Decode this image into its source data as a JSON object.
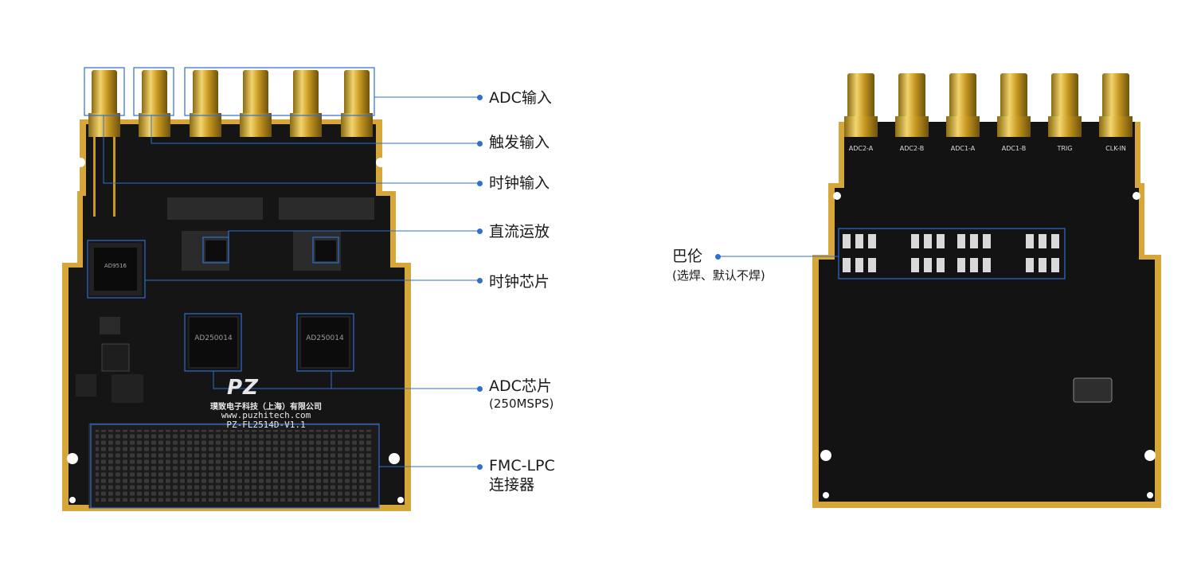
{
  "front_board": {
    "silkscreen": {
      "company": "璞致电子科技（上海）有限公司",
      "website": "www.puzhitech.com",
      "model": "PZ-FL2514D-V1.1",
      "logo_text": "PZ",
      "chip_marking_1": "AD9516",
      "chip_marking_2": "AD250014",
      "chip_marking_3": "AD250014"
    },
    "callouts": [
      {
        "id": "adc-input",
        "label": "ADC输入"
      },
      {
        "id": "trigger-input",
        "label": "触发输入"
      },
      {
        "id": "clock-input",
        "label": "时钟输入"
      },
      {
        "id": "dc-opamp",
        "label": "直流运放"
      },
      {
        "id": "clock-chip",
        "label": "时钟芯片"
      },
      {
        "id": "adc-chip",
        "label": "ADC芯片",
        "sub": "(250MSPS)"
      },
      {
        "id": "fmc-connector",
        "label": "FMC-LPC",
        "sub": "连接器"
      }
    ]
  },
  "back_board": {
    "connector_labels": [
      "ADC2-A",
      "ADC2-B",
      "ADC1-A",
      "ADC1-B",
      "TRIG",
      "CLK-IN"
    ],
    "callout": {
      "id": "balun",
      "label": "巴伦",
      "sub": "(选焊、默认不焊)"
    }
  },
  "colors": {
    "accent": "#2f6fd0",
    "pcb": "#141414",
    "gold": "#d6a63a",
    "text": "#1a1a1a"
  }
}
